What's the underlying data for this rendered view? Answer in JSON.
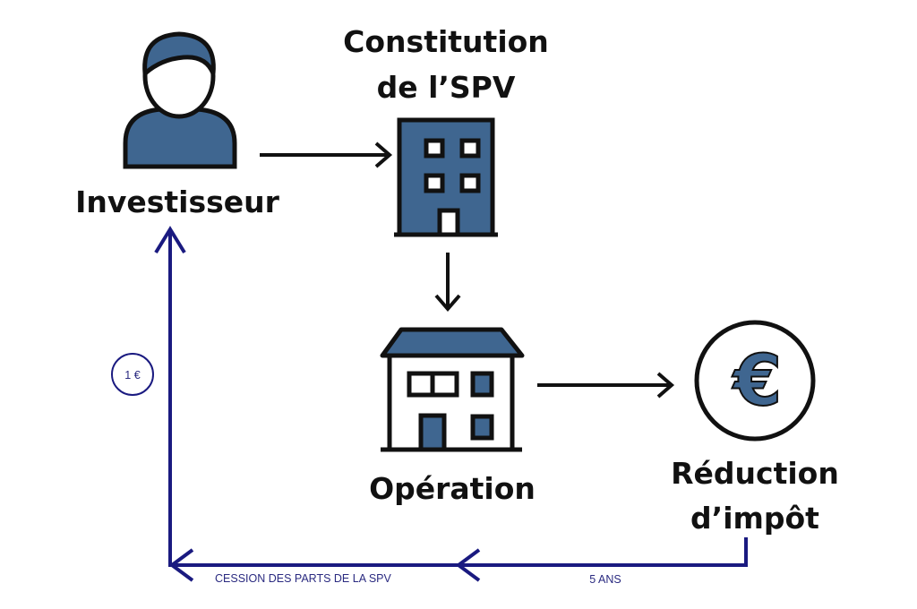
{
  "colors": {
    "icon_fill": "#3f6690",
    "outline": "#111111",
    "flow_line": "#1a1a80"
  },
  "nodes": {
    "investor": {
      "label": "Investisseur",
      "icon": "person-icon"
    },
    "spv": {
      "label_line1": "Constitution",
      "label_line2": "de l’SPV",
      "icon": "building-icon"
    },
    "operation": {
      "label": "Opération",
      "icon": "house-icon"
    },
    "tax": {
      "label_line1": "Réduction",
      "label_line2": "d’impôt",
      "icon": "euro-icon"
    }
  },
  "return_flow": {
    "price_badge": "1 €",
    "sale_label": "CESSION DES PARTS DE LA SPV",
    "duration_label": "5 ANS"
  }
}
